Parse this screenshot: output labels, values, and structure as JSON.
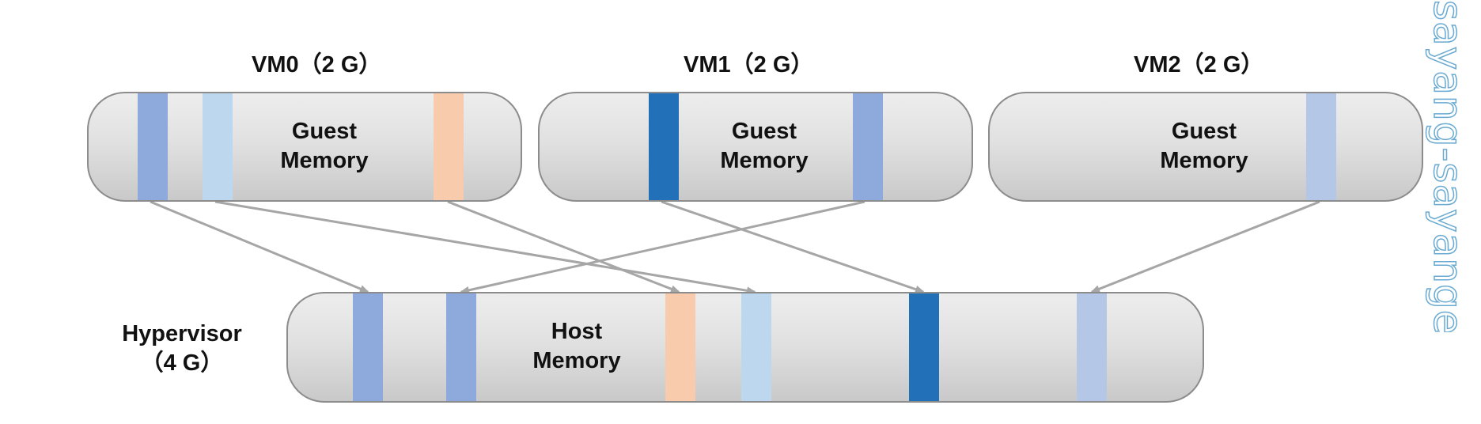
{
  "vms": [
    {
      "label": "VM0（2 G）",
      "memory": [
        "Guest",
        "Memory"
      ]
    },
    {
      "label": "VM1（2 G）",
      "memory": [
        "Guest",
        "Memory"
      ]
    },
    {
      "label": "VM2（2 G）",
      "memory": [
        "Guest",
        "Memory"
      ]
    }
  ],
  "hypervisor": {
    "label": [
      "Hypervisor",
      "（4 G）"
    ],
    "memory": [
      "Host",
      "Memory"
    ]
  },
  "colors": {
    "page_blue": "#8eaadc",
    "page_light_blue": "#bdd7ee",
    "page_peach": "#f8cbad",
    "page_dark_blue": "#2270b7",
    "page_pale_blue": "#b4c7e7",
    "arrow": "#a6a6a6"
  },
  "watermark": "sayang-sayange"
}
